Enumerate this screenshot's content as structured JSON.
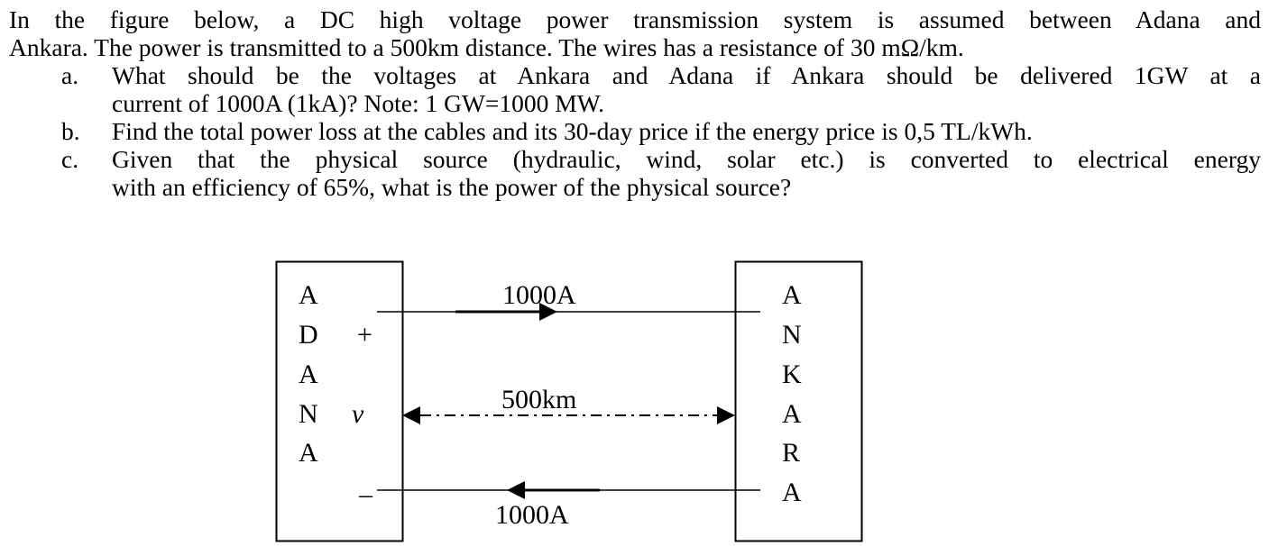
{
  "problem": {
    "intro_line1": "In the figure below, a DC high voltage power transmission system is assumed between Adana and",
    "intro_line2": "Ankara. The power is transmitted to a 500km distance. The wires has a resistance of 30 mΩ/km.",
    "questions": [
      {
        "letter": "a.",
        "line1": "What should be the voltages at Ankara and Adana if Ankara should be delivered 1GW at a",
        "line2": "current of 1000A (1kA)? Note: 1 GW=1000 MW."
      },
      {
        "letter": "b.",
        "line1": "Find the total power loss at the cables and its 30-day price if the energy price is 0,5 TL/kWh.",
        "line2": ""
      },
      {
        "letter": "c.",
        "line1": "Given that the physical source (hydraulic, wind, solar etc.) is converted to electrical energy",
        "line2": "with an efficiency of 65%, what is the power of the physical source?"
      }
    ]
  },
  "figure": {
    "left_city_letters": [
      "A",
      "D",
      "A",
      "N",
      "A"
    ],
    "right_city_letters": [
      "A",
      "N",
      "K",
      "A",
      "R",
      "A"
    ],
    "plus_sign": "+",
    "voltage_symbol": "v",
    "minus_sign": "–",
    "top_current_label": "1000A",
    "distance_label": "500km",
    "bottom_current_label": "1000A"
  }
}
